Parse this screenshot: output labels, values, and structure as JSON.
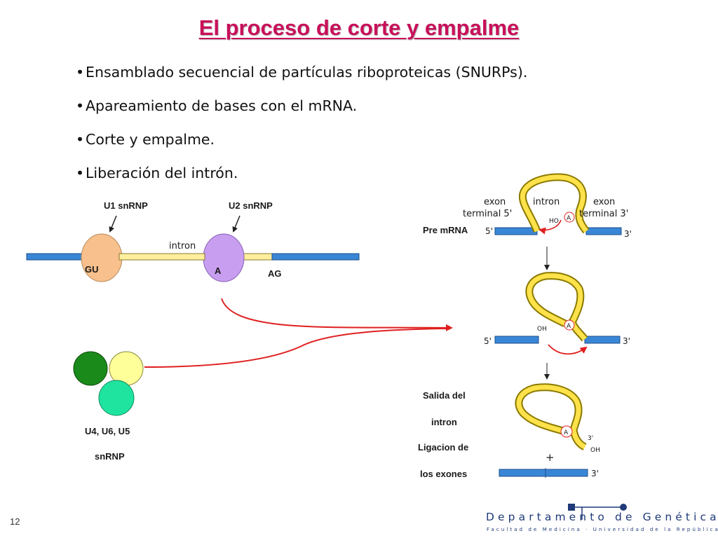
{
  "title": "El proceso de corte y empalme",
  "bullets": [
    "Ensamblado secuencial de partículas riboproteicas (SNURPs).",
    "Apareamiento de bases con el mRNA.",
    "Corte y empalme.",
    "Liberación del intrón."
  ],
  "bullet_char": "•",
  "left_diagram": {
    "u1_label": "U1 snRNP",
    "u2_label": "U2 snRNP",
    "intron_label": "intron",
    "gu_label": "GU",
    "a_label": "A",
    "ag_label": "AG",
    "complex_label_line1": "U4, U6, U5",
    "complex_label_line2": "snRNP"
  },
  "right_diagram": {
    "exon_left_line1": "exon",
    "exon_left_line2": "terminal 5'",
    "intron_top": "intron",
    "exon_right_line1": "exon",
    "exon_right_line2": "terminal 3'",
    "pre_mrna": "Pre mRNA",
    "five_prime": "5'",
    "three_prime": "3'",
    "ho": "HO",
    "oh": "OH",
    "a": "A",
    "salida_line1": "Salida del",
    "salida_line2": "intron",
    "ligacion_line1": "Ligacion de",
    "ligacion_line2": "los exones",
    "plus": "+"
  },
  "colors": {
    "title": "#c8105a",
    "exon": "#3a86d6",
    "intron": "#ffef9c",
    "u1": "#f7c08c",
    "u2": "#c79ef0",
    "u4": "#1a8a1a",
    "u6": "#ffff99",
    "u5": "#1fe4a0",
    "arrow": "#e02020",
    "loop": "#e8d800"
  },
  "footer": {
    "page_number": "12",
    "department": "Departamento de Genética",
    "faculty": "Facultad de Medicina · Universidad de la República"
  }
}
